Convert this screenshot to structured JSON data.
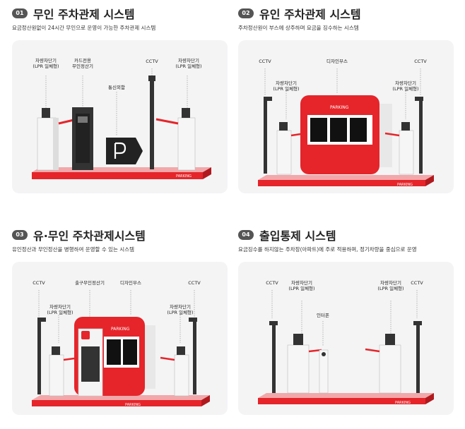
{
  "panels": [
    {
      "number": "01",
      "title": "무인 주차관제 시스템",
      "description": "요금정산원없이 24시간 무인으로 운영이 가능한 주차관제 시스템",
      "labels": [
        "차량차단기\n(LPR 일체형)",
        "카드전용\n무인정산기",
        "통신외함",
        "CCTV",
        "차량차단기\n(LPR 일체형)"
      ],
      "brand": "PARKING"
    },
    {
      "number": "02",
      "title": "유인 주차관제 시스템",
      "description": "주차정산원이 부스에 상주하며 요금을 징수하는 시스템",
      "labels": [
        "CCTV",
        "차량차단기\n(LPR 일체형)",
        "디자인부스",
        "차량차단기\n(LPR 일체형)",
        "CCTV"
      ],
      "brand": "PARKING"
    },
    {
      "number": "03",
      "title": "유·무인 주차관제시스템",
      "description": "유인정산과 무인정산을 병행하여 운영할 수 있는 시스템",
      "labels": [
        "CCTV",
        "차량차단기\n(LPR 일체형)",
        "출구무인정산기",
        "디자인부스",
        "차량차단기\n(LPR 일체형)",
        "CCTV"
      ],
      "brand": "PARKING"
    },
    {
      "number": "04",
      "title": "출입통제 시스템",
      "description": "요금징수를 하지않는 주차장(아파트)에 주로 적용하며, 정기차량을 중심으로 운영",
      "labels": [
        "CCTV",
        "차량차단기\n(LPR 일체형)",
        "인터폰",
        "차량차단기\n(LPR 일체형)",
        "CCTV"
      ],
      "brand": "PARKING"
    }
  ],
  "colors": {
    "accent": "#e5252a",
    "badge": "#555555",
    "card": "#f4f4f5"
  }
}
